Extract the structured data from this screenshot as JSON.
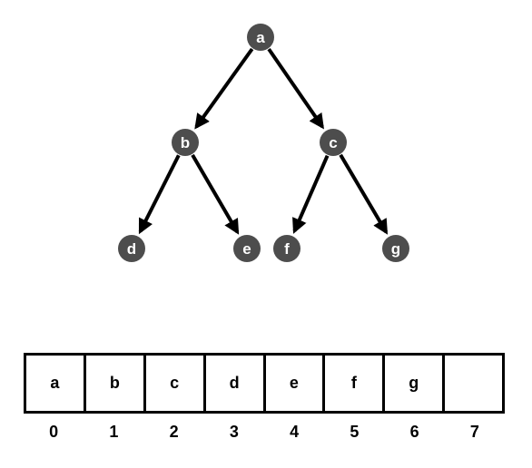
{
  "tree": {
    "node_color": "#4d4d4d",
    "nodes": [
      {
        "id": "a",
        "label": "a"
      },
      {
        "id": "b",
        "label": "b"
      },
      {
        "id": "c",
        "label": "c"
      },
      {
        "id": "d",
        "label": "d"
      },
      {
        "id": "e",
        "label": "e"
      },
      {
        "id": "f",
        "label": "f"
      },
      {
        "id": "g",
        "label": "g"
      }
    ],
    "edges": [
      {
        "from": "a",
        "to": "b"
      },
      {
        "from": "a",
        "to": "c"
      },
      {
        "from": "b",
        "to": "d"
      },
      {
        "from": "b",
        "to": "e"
      },
      {
        "from": "c",
        "to": "f"
      },
      {
        "from": "c",
        "to": "g"
      }
    ]
  },
  "array": {
    "cells": [
      "a",
      "b",
      "c",
      "d",
      "e",
      "f",
      "g",
      ""
    ],
    "indices": [
      "0",
      "1",
      "2",
      "3",
      "4",
      "5",
      "6",
      "7"
    ]
  }
}
